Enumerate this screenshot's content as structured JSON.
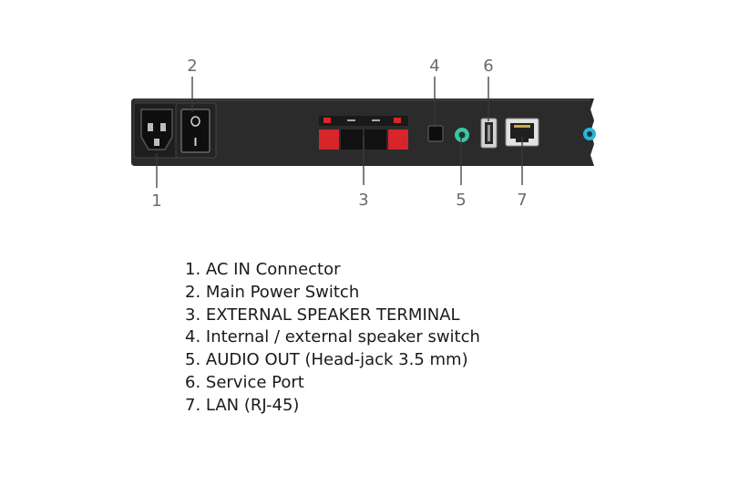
{
  "callouts": [
    "1",
    "2",
    "3",
    "4",
    "5",
    "6",
    "7"
  ],
  "legend": [
    "1. AC IN Connector",
    "2. Main Power Switch",
    "3. EXTERNAL SPEAKER TERMINAL",
    "4. Internal / external speaker switch",
    "5. AUDIO OUT (Head-jack 3.5 mm)",
    "6. Service Port",
    "7. LAN (RJ-45)"
  ],
  "colors": {
    "panel": "#2b2b2b",
    "terminal_red": "#d8252b",
    "audio_jack": "#3fc3a6",
    "cyan_port": "#2ab5d6",
    "callout_text": "#6b6b6b"
  },
  "icons": [
    "iec-power-inlet-icon",
    "rocker-switch-icon",
    "speaker-terminal-icon",
    "slide-switch-icon",
    "audio-jack-icon",
    "usb-port-icon",
    "rj45-port-icon"
  ]
}
